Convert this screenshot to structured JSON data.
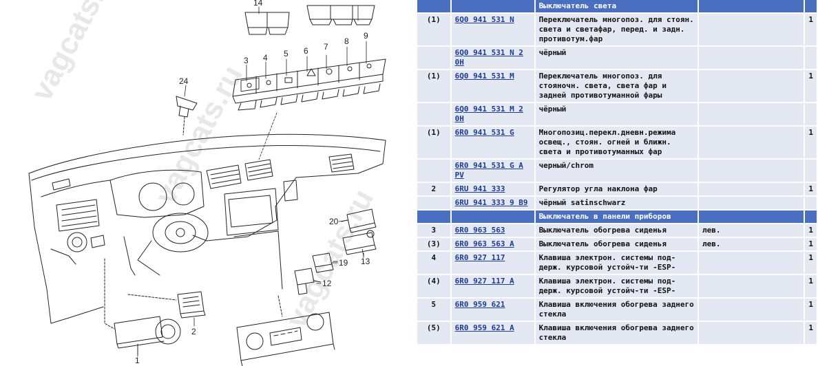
{
  "diagram": {
    "watermark": "vagcats.ru",
    "callouts": [
      "14",
      "3",
      "4",
      "5",
      "6",
      "7",
      "8",
      "9",
      "24",
      "20",
      "19",
      "13",
      "12",
      "2",
      "1"
    ]
  },
  "table": {
    "sections": [
      {
        "title": "Выключатель света",
        "rows": [
          {
            "pos": "(1)",
            "part": "6Q0 941 531 N",
            "desc": "Переключатель многопоз. для стоян. света и светафар, перед. и задн. противотум.фар",
            "note": "",
            "qty": "1"
          },
          {
            "pos": "",
            "part": "6Q0 941 531 N 2 0H",
            "desc": "чёрный",
            "note": "",
            "qty": ""
          },
          {
            "pos": "(1)",
            "part": "6Q0 941 531 M",
            "desc": "Переключатель многопоз. для стояночн. света, света фар и задней противотуманной фары",
            "note": "",
            "qty": "1"
          },
          {
            "pos": "",
            "part": "6Q0 941 531 M 2 0H",
            "desc": "чёрный",
            "note": "",
            "qty": ""
          },
          {
            "pos": "(1)",
            "part": "6R0 941 531 G",
            "desc": "Многопозиц.перекл.дневн.режима освещ., стоян. огней и ближн. света и противотуманных фар",
            "note": "",
            "qty": "1"
          },
          {
            "pos": "",
            "part": "6R0 941 531 G A PV",
            "desc": "черный/chrom",
            "note": "",
            "qty": ""
          },
          {
            "pos": "2",
            "part": "6RU 941 333",
            "desc": "Регулятор угла наклона фар",
            "note": "",
            "qty": "1"
          },
          {
            "pos": "",
            "part": "6RU 941 333 9 B9",
            "desc": "чёрный satinschwarz",
            "note": "",
            "qty": ""
          }
        ]
      },
      {
        "title": "Выключатель в панели приборов",
        "rows": [
          {
            "pos": "3",
            "part": "6R0 963 563",
            "desc": "Выключатель обогрева сиденья",
            "note": "лев.",
            "qty": "1"
          },
          {
            "pos": "(3)",
            "part": "6R0 963 563 A",
            "desc": "Выключатель обогрева сиденья",
            "note": "лев.",
            "qty": "1"
          },
          {
            "pos": "4",
            "part": "6R0 927 117",
            "desc": "Клавиша электрон. системы под- держ. курсовой устойч-ти -ESP-",
            "note": "",
            "qty": "1"
          },
          {
            "pos": "(4)",
            "part": "6R0 927 117 A",
            "desc": "Клавиша электрон. системы под- держ. курсовой устойч-ти -ESP-",
            "note": "",
            "qty": "1"
          },
          {
            "pos": "5",
            "part": "6R0 959 621",
            "desc": "Клавиша включения обогрева заднего стекла",
            "note": "",
            "qty": "1"
          },
          {
            "pos": "(5)",
            "part": "6R0 959 621 A",
            "desc": "Клавиша включения обогрева заднего стекла",
            "note": "",
            "qty": "1"
          }
        ]
      }
    ]
  }
}
